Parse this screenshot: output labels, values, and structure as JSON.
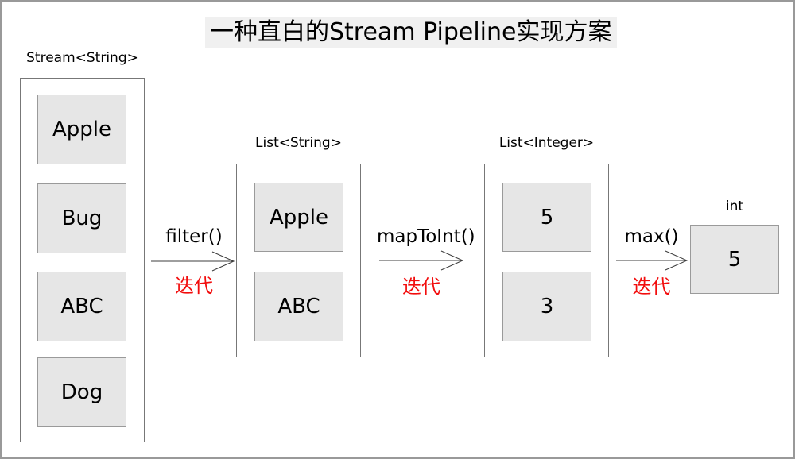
{
  "title": "一种直白的Stream Pipeline实现方案",
  "pipeline": {
    "stages": [
      {
        "label": "Stream<String>",
        "items": [
          "Apple",
          "Bug",
          "ABC",
          "Dog"
        ]
      },
      {
        "label": "List<String>",
        "items": [
          "Apple",
          "ABC"
        ]
      },
      {
        "label": "List<Integer>",
        "items": [
          "5",
          "3"
        ]
      }
    ],
    "operations": [
      {
        "label": "filter()",
        "note": "迭代"
      },
      {
        "label": "mapToInt()",
        "note": "迭代"
      },
      {
        "label": "max()",
        "note": "迭代"
      }
    ],
    "result": {
      "type_label": "int",
      "value": "5"
    }
  },
  "colors": {
    "note_red": "#f20d0d",
    "box_fill": "#e6e6e6",
    "box_border": "#9a9a9a",
    "container_border": "#777777",
    "canvas_border": "#999999",
    "title_background": "#f0f0f0",
    "arrow_stroke": "#3c3c3c"
  }
}
